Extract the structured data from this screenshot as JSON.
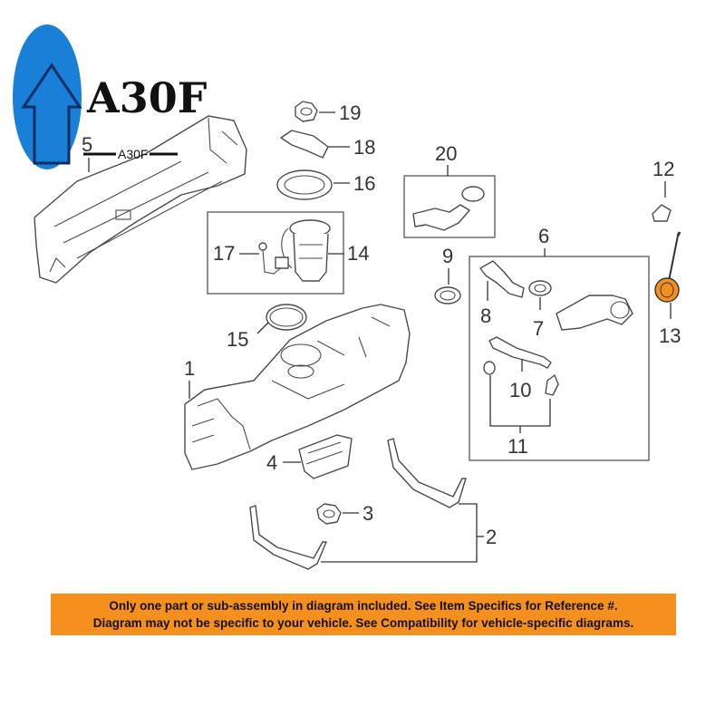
{
  "logo": {
    "text": "A30F",
    "color_blue": "#1a7fd6",
    "color_dark": "#0a2f66"
  },
  "watermark": {
    "text": "A30F"
  },
  "callouts": {
    "n1": "1",
    "n2": "2",
    "n3": "3",
    "n4": "4",
    "n5": "5",
    "n6": "6",
    "n7": "7",
    "n8": "8",
    "n9": "9",
    "n10": "10",
    "n11": "11",
    "n12": "12",
    "n13": "13",
    "n14": "14",
    "n15": "15",
    "n16": "16",
    "n17": "17",
    "n18": "18",
    "n19": "19",
    "n20": "20"
  },
  "highlight_color": "#f5901e",
  "notice": {
    "line1": "Only one part or sub-assembly in diagram included. See Item Specifics for Reference #.",
    "line2": "Diagram may not be specific to your vehicle. See Compatibility for vehicle-specific diagrams."
  }
}
